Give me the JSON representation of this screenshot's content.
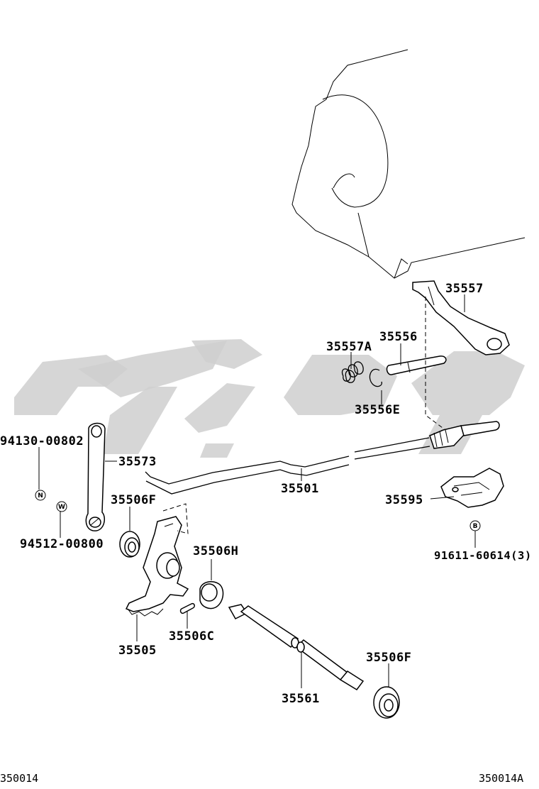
{
  "diagram": {
    "parts": [
      {
        "id": "p35557",
        "label": "35557"
      },
      {
        "id": "p35556",
        "label": "35556"
      },
      {
        "id": "p35557A",
        "label": "35557A"
      },
      {
        "id": "p35556E",
        "label": "35556E"
      },
      {
        "id": "p94130",
        "label": "94130-00802"
      },
      {
        "id": "p35573",
        "label": "35573"
      },
      {
        "id": "p35501",
        "label": "35501"
      },
      {
        "id": "p35595",
        "label": "35595"
      },
      {
        "id": "p35506F_top",
        "label": "35506F"
      },
      {
        "id": "p94512",
        "label": "94512-00800"
      },
      {
        "id": "p91611",
        "label": "91611-60614(3)"
      },
      {
        "id": "p35506H",
        "label": "35506H"
      },
      {
        "id": "p35506C",
        "label": "35506C"
      },
      {
        "id": "p35505",
        "label": "35505"
      },
      {
        "id": "p35506F_bottom",
        "label": "35506F"
      },
      {
        "id": "p35561",
        "label": "35561"
      }
    ],
    "markers": [
      {
        "id": "mN",
        "letter": "N"
      },
      {
        "id": "mW",
        "letter": "W"
      },
      {
        "id": "mB",
        "letter": "B"
      }
    ],
    "footer": {
      "left_code": "350014",
      "right_code": "350014A"
    },
    "watermark_color": "#cfcfcf"
  }
}
